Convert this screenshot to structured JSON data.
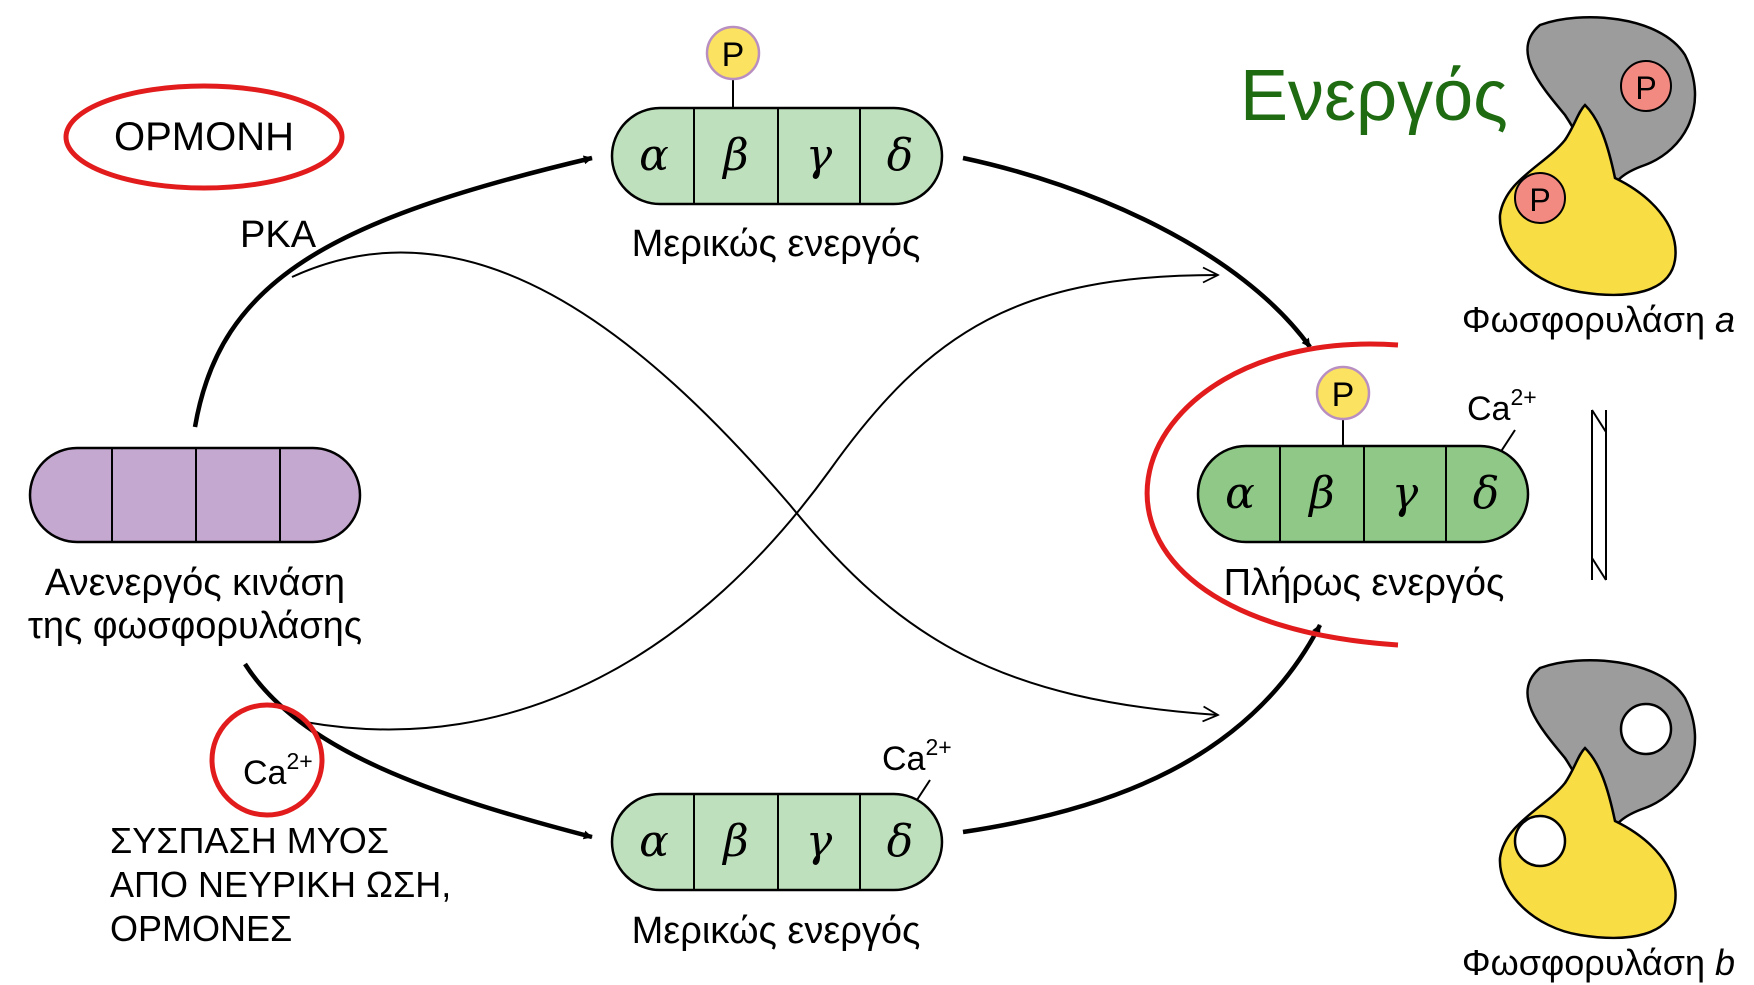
{
  "colors": {
    "inactive_fill": "#c4a8cf",
    "partial_fill": "#bfe0bd",
    "full_fill": "#8fc887",
    "phospho_fill": "#fbe260",
    "phospho_stroke": "#b98fc2",
    "p_pink": "#f28a82",
    "grey_subunit": "#9c9c9c",
    "yellow_subunit": "#f9dd44",
    "highlight_red": "#e21c1c",
    "active_green": "#1e6b12"
  },
  "icons": [
    "phosphate-icon",
    "reaction-arrow-icon",
    "equilibrium-arrows-icon"
  ],
  "labels": {
    "hormone": "ΟΡΜΟΝΗ",
    "pka": "PKA",
    "active": "Ενεργός",
    "phosphorylase_a_main": "Φωσφορυλάση ",
    "phosphorylase_a_suffix": "a",
    "phosphorylase_b_main": "Φωσφορυλάση ",
    "phosphorylase_b_suffix": "b",
    "inactive_line1": "Ανενεργός κινάση",
    "inactive_line2": "της φωσφορυλάσης",
    "partial_top": "Μερικώς ενεργός",
    "partial_bottom": "Μερικώς ενεργός",
    "full": "Πλήρως ενεργός",
    "ca_base": "Ca",
    "ca_sup": "2+",
    "phosphate": "P",
    "muscle_line1": "ΣΥΣΠΑΣΗ ΜΥΟΣ",
    "muscle_line2": "ΑΠΟ ΝΕΥΡΙΚΗ ΩΣΗ,",
    "muscle_line3": "ΟΡΜΟΝΕΣ"
  },
  "subunits": [
    "α",
    "β",
    "γ",
    "δ"
  ]
}
